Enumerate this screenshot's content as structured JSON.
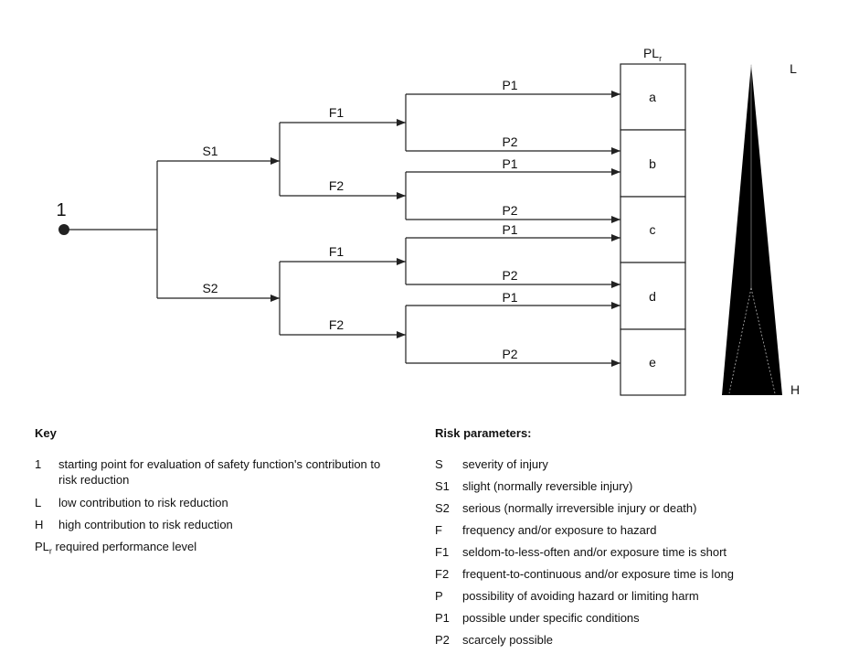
{
  "diagram": {
    "start_label": "1",
    "plr_header": "PL",
    "plr_header_sub": "r",
    "severity": [
      {
        "label": "S1"
      },
      {
        "label": "S2"
      }
    ],
    "frequency": [
      {
        "label": "F1"
      },
      {
        "label": "F2"
      },
      {
        "label": "F1"
      },
      {
        "label": "F2"
      }
    ],
    "possibility": [
      {
        "label": "P1"
      },
      {
        "label": "P2"
      },
      {
        "label": "P1"
      },
      {
        "label": "P2"
      },
      {
        "label": "P1"
      },
      {
        "label": "P2"
      },
      {
        "label": "P1"
      },
      {
        "label": "P2"
      }
    ],
    "levels": [
      "a",
      "b",
      "c",
      "d",
      "e"
    ],
    "scale_low": "L",
    "scale_high": "H"
  },
  "key": {
    "title": "Key",
    "items": [
      {
        "symbol": "1",
        "text": "starting point for evaluation of safety function's contribution to risk reduction"
      },
      {
        "symbol": "L",
        "text": "low contribution to risk reduction"
      },
      {
        "symbol": "H",
        "text": "high contribution to risk reduction"
      }
    ],
    "plr_symbol": "PL",
    "plr_symbol_sub": "r",
    "plr_text": "required performance level"
  },
  "risk": {
    "title": "Risk parameters:",
    "items": [
      {
        "symbol": "S",
        "text": "severity of injury"
      },
      {
        "symbol": "S1",
        "text": "slight (normally reversible injury)"
      },
      {
        "symbol": "S2",
        "text": "serious (normally irreversible injury or death)"
      },
      {
        "symbol": "F",
        "text": "frequency and/or exposure to hazard"
      },
      {
        "symbol": "F1",
        "text": "seldom-to-less-often and/or exposure time is short"
      },
      {
        "symbol": "F2",
        "text": "frequent-to-continuous and/or exposure time is long"
      },
      {
        "symbol": "P",
        "text": "possibility of avoiding hazard or limiting harm"
      },
      {
        "symbol": "P1",
        "text": "possible under specific conditions"
      },
      {
        "symbol": "P2",
        "text": "scarcely possible"
      }
    ]
  }
}
